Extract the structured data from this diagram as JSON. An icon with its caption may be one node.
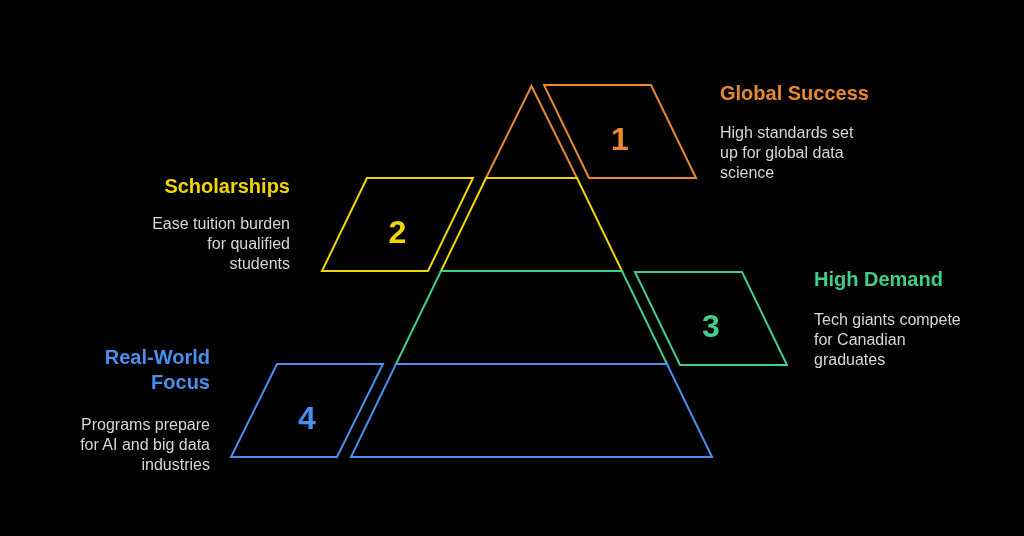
{
  "diagram": {
    "nodes": [
      {
        "text": [],
        "shape": "triangle"
      },
      {
        "text": [
          "1"
        ],
        "beside": [
          "Global Success",
          "High standards set up for global data science"
        ]
      },
      {
        "text": [
          "2"
        ],
        "beside": [
          "Scholarships",
          "Ease tuition burden for qualified students"
        ]
      },
      {
        "text": [],
        "shape": "trapezoid"
      },
      {
        "text": [],
        "shape": "trapezoid"
      },
      {
        "text": [
          "3"
        ],
        "beside": [
          "High Demand",
          "Tech giants compete for Canadian graduates"
        ]
      },
      {
        "text": [
          "4"
        ],
        "beside": [
          "Real-World Focus",
          "Programs prepare for AI and big data industries"
        ]
      },
      {
        "text": [],
        "shape": "trapezoid"
      }
    ]
  }
}
